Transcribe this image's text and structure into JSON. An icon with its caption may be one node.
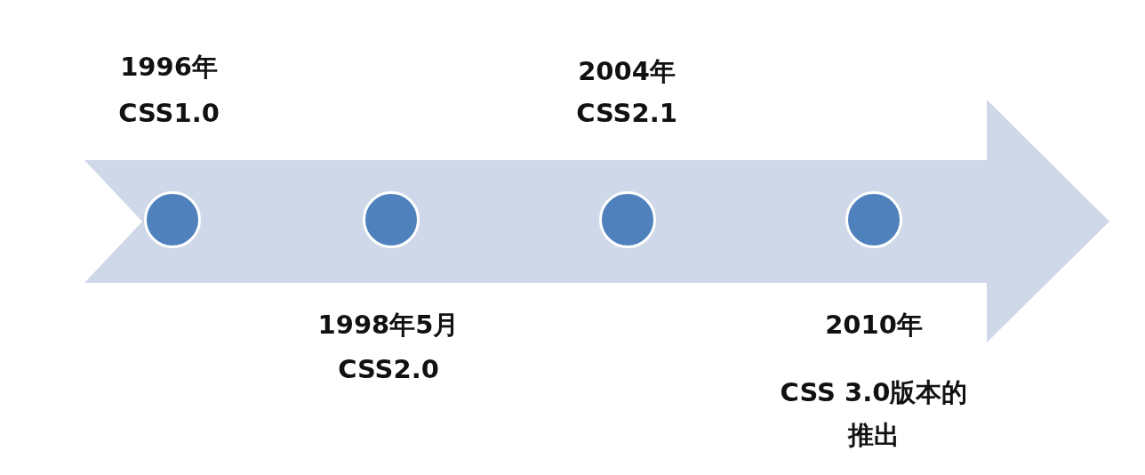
{
  "diagram": {
    "nodes": [
      {
        "text": [],
        "shape": "circle",
        "beside": [
          "1996年",
          "CSS1.0"
        ]
      },
      {
        "text": [],
        "shape": "circle",
        "beside": [
          "1998年5月",
          "CSS2.0"
        ]
      },
      {
        "text": [],
        "shape": "circle",
        "beside": [
          "2004年",
          "CSS2.1"
        ]
      },
      {
        "text": [],
        "shape": "circle",
        "beside": [
          "2010年",
          "CSS 3.0版本的推出"
        ]
      }
    ]
  }
}
